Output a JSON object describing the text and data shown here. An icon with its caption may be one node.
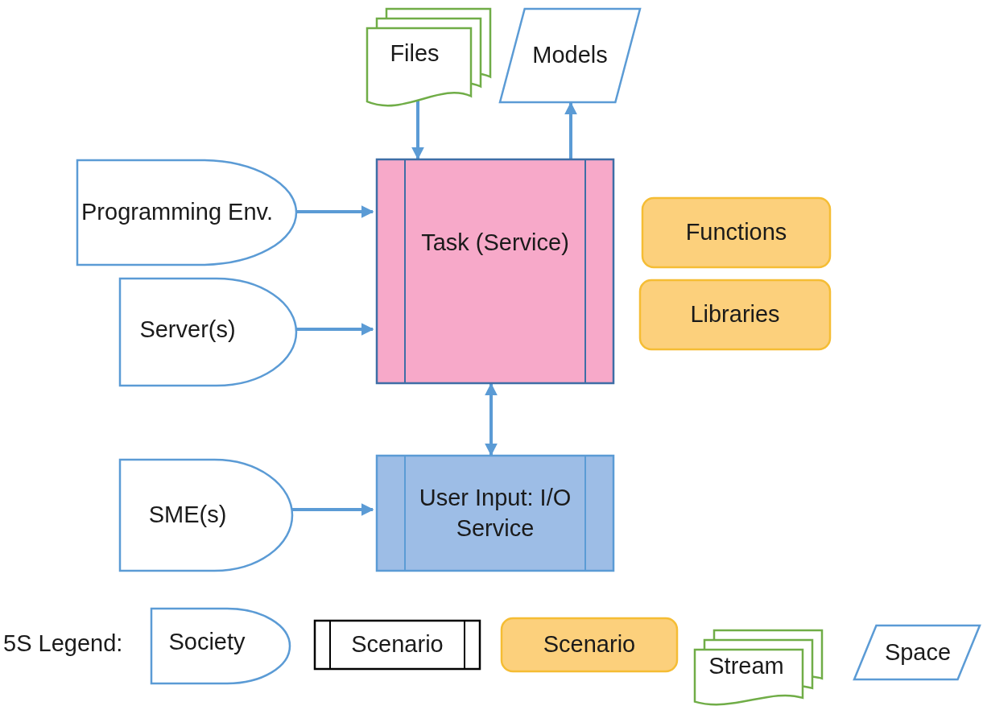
{
  "diagram": {
    "nodes": [
      {
        "text": [
          "Files"
        ]
      },
      {
        "text": [
          "Models"
        ]
      },
      {
        "text": [
          "Programming Env."
        ]
      },
      {
        "text": [
          "Task (Service)"
        ]
      },
      {
        "text": [
          "Functions"
        ]
      },
      {
        "text": [
          "Libraries"
        ]
      },
      {
        "text": [
          "Server(s)"
        ]
      },
      {
        "text": [
          "User Input: I/O Service"
        ]
      },
      {
        "text": [
          "SME(s)"
        ]
      }
    ],
    "edges": [
      {
        "from": 0,
        "to": 3,
        "arrow": "to"
      },
      {
        "from": 3,
        "to": 1,
        "arrow": "to"
      },
      {
        "from": 2,
        "to": 3,
        "arrow": "to"
      },
      {
        "from": 6,
        "to": 3,
        "arrow": "to"
      },
      {
        "from": 3,
        "to": 7,
        "arrow": "both"
      },
      {
        "from": 8,
        "to": 7,
        "arrow": "to"
      }
    ],
    "labels": [
      "5S Legend:"
    ],
    "legend": [
      {
        "text": "Society"
      },
      {
        "text": "Scenario"
      },
      {
        "text": "Scenario"
      },
      {
        "text": "Stream"
      },
      {
        "text": "Space"
      }
    ]
  }
}
